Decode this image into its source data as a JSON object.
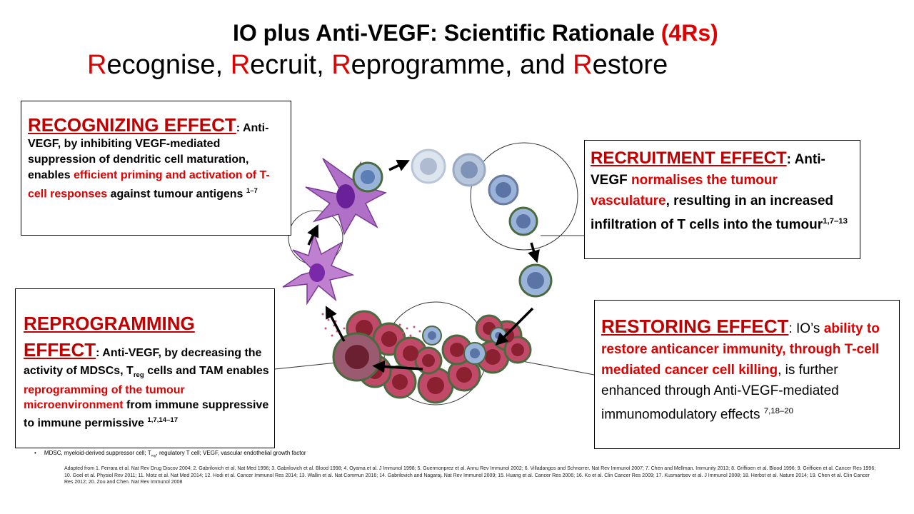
{
  "title": {
    "main": "IO plus Anti-VEGF: Scientific Rationale ",
    "accent": "(4Rs)"
  },
  "subtitle": {
    "w1_cap": "R",
    "w1_rest": "ecognise, ",
    "w2_cap": "R",
    "w2_rest": "ecruit, ",
    "w3_cap": "R",
    "w3_rest": "eprogramme, and ",
    "w4_cap": "R",
    "w4_rest": "estore"
  },
  "recognizing": {
    "head": "RECOGNIZING EFFECT",
    "sep": ": ",
    "text1": "Anti-VEGF, by inhibiting VEGF-mediated suppression of dendritic cell maturation, enables ",
    "highlight": "efficient priming and activation of T-cell responses",
    "text2": " against tumour antigens ",
    "refs": "1–7"
  },
  "recruitment": {
    "head": "RECRUITMENT EFFECT",
    "sep": ": ",
    "text1": "Anti-VEGF ",
    "highlight": "normalises the tumour vasculature",
    "text2": ", resulting in an increased infiltration of T cells into the tumour",
    "refs": "1,7–13"
  },
  "reprogramming": {
    "head1": "REPROGRAMMING",
    "head2": "EFFECT",
    "sep": ": ",
    "text1": "Anti-VEGF, by decreasing the activity of MDSCs, T",
    "treg_sub": "reg",
    "text2": " cells and TAM enables ",
    "highlight": "reprogramming of the tumour microenvironment",
    "text3": " from immune suppressive to immune permissive ",
    "refs": "1,7,14–17"
  },
  "restoring": {
    "head": "RESTORING EFFECT",
    "sep": ": ",
    "text1": "IO’s ",
    "highlight": "ability to restore anticancer immunity, through T-cell mediated cancer cell killing",
    "text2": ", is further enhanced through Anti-VEGF-mediated immunomodulatory effects ",
    "refs": "7,18–20"
  },
  "footnotes": {
    "abbrev_a": "MDSC, myeloid-derived suppressor cell; T",
    "abbrev_sub": "reg",
    "abbrev_b": ", regulatory T cell; VEGF, vascular endothelial growth factor",
    "refs": "Adapted from 1. Ferrara et al. Nat Rev Drug Discov 2004; 2. Gabrilovich et al. Nat Med 1996; 3. Gabrilovich et al. Blood 1998; 4. Oyama et al. J Immunol 1998; 5. Guermonprez et al. Annu Rev Immunol 2002; 6. Villadangos and Schnorrer. Nat Rev Immunol 2007; 7. Chen and Mellman. Immunity 2013; 8. Griffioen et al. Blood 1996; 9. Griffioen et al. Cancer Res 1996; 10. Goel et al. Physiol Rev 2011; 11. Motz et al. Nat Med 2014; 12. Hodi et al. Cancer Immunol Res 2014; 13. Wallin et al. Nat Commun 2016; 14. Gabrilovich and Nagaraj. Nat Rev Immunol 2009; 15. Huang et al. Cancer Res 2006; 16. Ko et al. Clin Cancer Res 2009; 17. Kusmartsev et al. J Immunol 2008; 18. Herbst et al. Nature 2014; 19. Chen et al. Clin Cancer Res 2012; 20. Zou and Chen. Nat Rev Immunol 2008"
  },
  "colors": {
    "accent_red": "#e00000",
    "heading_red": "#c00000",
    "dendritic_cell": "#b070c8",
    "t_cell": "#9ab3d8",
    "tumour_cell": "#c04a68"
  }
}
